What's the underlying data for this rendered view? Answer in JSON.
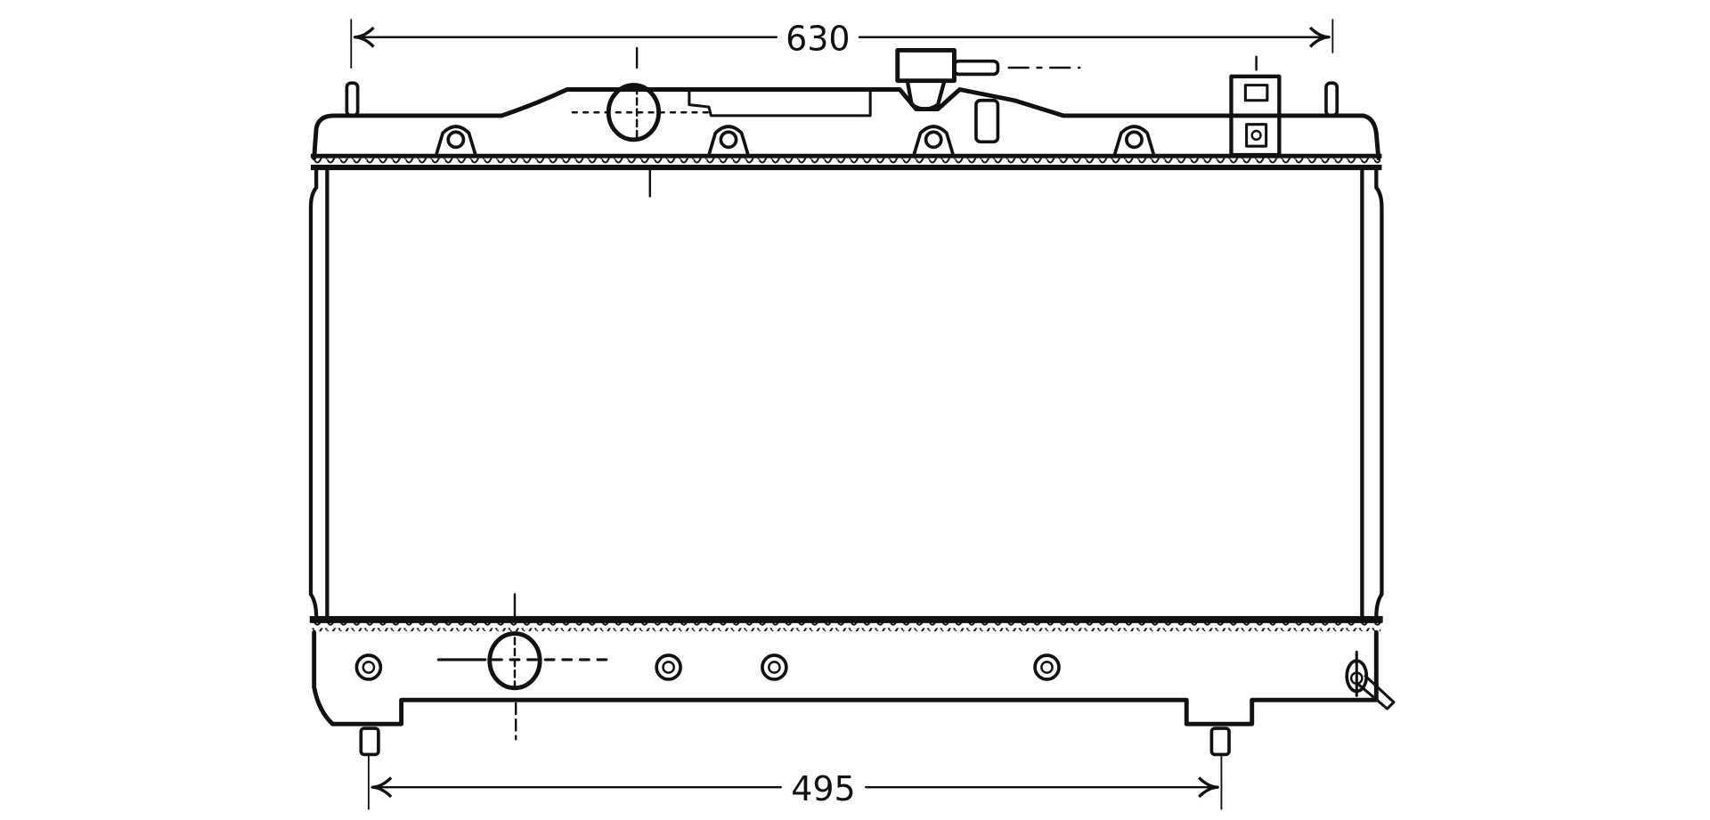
{
  "diagram": {
    "subject": "radiator",
    "dimensions": {
      "overall_width": "630",
      "mount_spacing": "495"
    },
    "colors": {
      "line": "#111111",
      "background": "#ffffff"
    }
  }
}
